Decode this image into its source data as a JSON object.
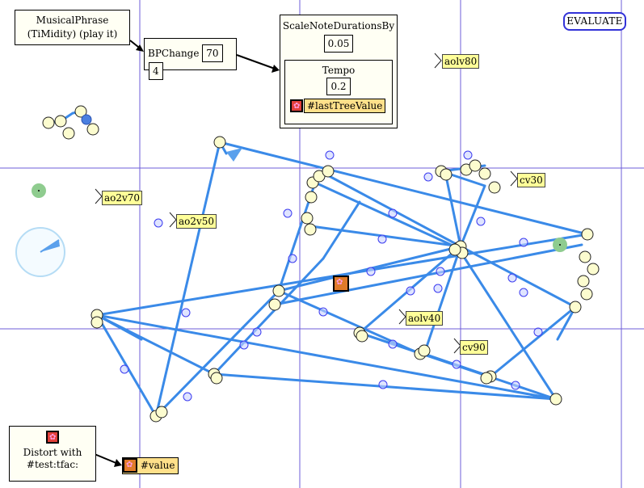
{
  "colors": {
    "grid": "#6e5cd8",
    "edge": "#3a8ae8",
    "node_fill": "#fcfccf",
    "node_stroke": "#222222",
    "midpoint": "#3b3bf0",
    "green_dot": "#8fcc8f",
    "label_bg": "#ffff99"
  },
  "evaluate_button": {
    "label": "EVALUATE"
  },
  "musical_phrase": {
    "line1": "MusicalPhrase",
    "line2": "(TiMidity) (play it)"
  },
  "bpchange": {
    "label": "BPChange",
    "v1": "70",
    "v2": "4"
  },
  "scale_tile": {
    "label": "ScaleNoteDurationsBy",
    "factor": "0.05",
    "tempo_label": "Tempo",
    "tempo_value": "0.2",
    "last_tree_value": "#lastTreeValue"
  },
  "distort_tile": {
    "line1": "Distort with",
    "line2": "#test:tfac:",
    "value_label": "#value"
  },
  "labels": [
    "aolv80",
    "cv30",
    "ao2v70",
    "ao2v50",
    "aolv40",
    "cv90"
  ],
  "icons": {
    "swatch": "paint-swatch-icon",
    "clock": "clock-icon"
  }
}
